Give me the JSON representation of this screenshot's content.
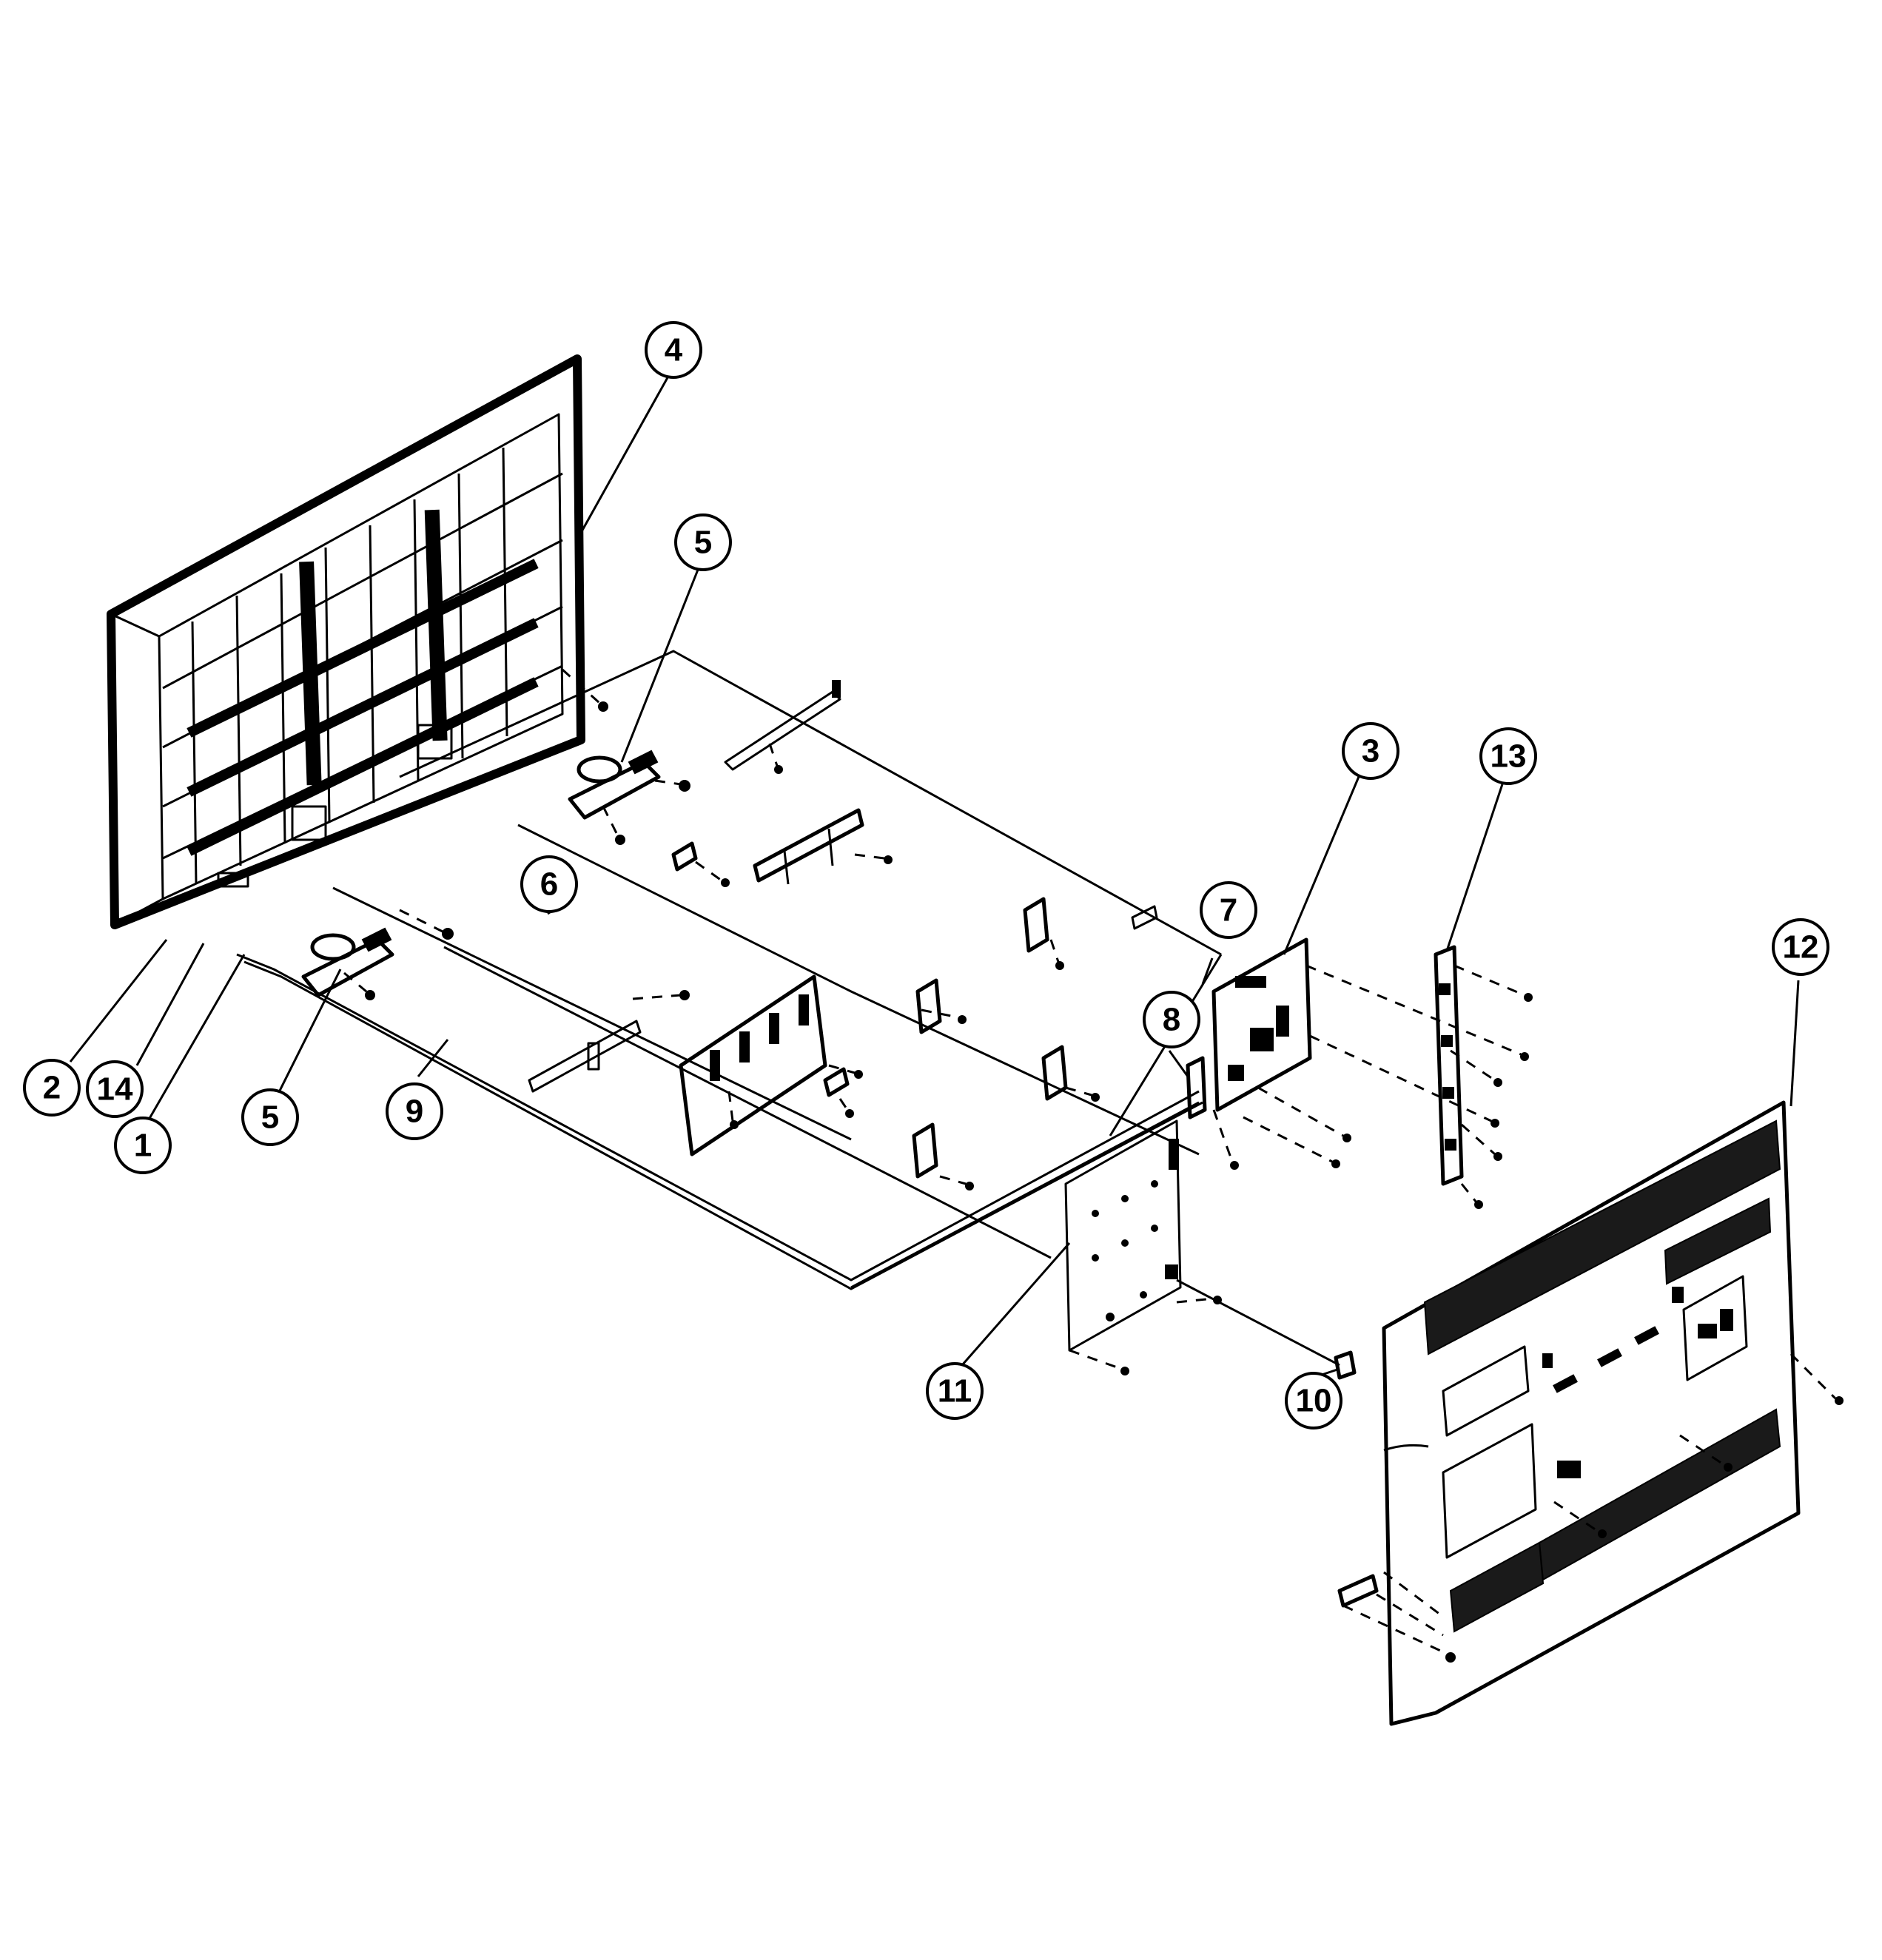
{
  "callouts": [
    {
      "id": "c4",
      "label": "4"
    },
    {
      "id": "c5a",
      "label": "5"
    },
    {
      "id": "c3",
      "label": "3"
    },
    {
      "id": "c13",
      "label": "13"
    },
    {
      "id": "c6",
      "label": "6"
    },
    {
      "id": "c7",
      "label": "7"
    },
    {
      "id": "c12",
      "label": "12"
    },
    {
      "id": "c8",
      "label": "8"
    },
    {
      "id": "c2",
      "label": "2"
    },
    {
      "id": "c14",
      "label": "14"
    },
    {
      "id": "c5b",
      "label": "5"
    },
    {
      "id": "c9",
      "label": "9"
    },
    {
      "id": "c1",
      "label": "1"
    },
    {
      "id": "c11",
      "label": "11"
    },
    {
      "id": "c10",
      "label": "10"
    }
  ],
  "colors": {
    "ink": "#000000",
    "paper": "#ffffff"
  }
}
